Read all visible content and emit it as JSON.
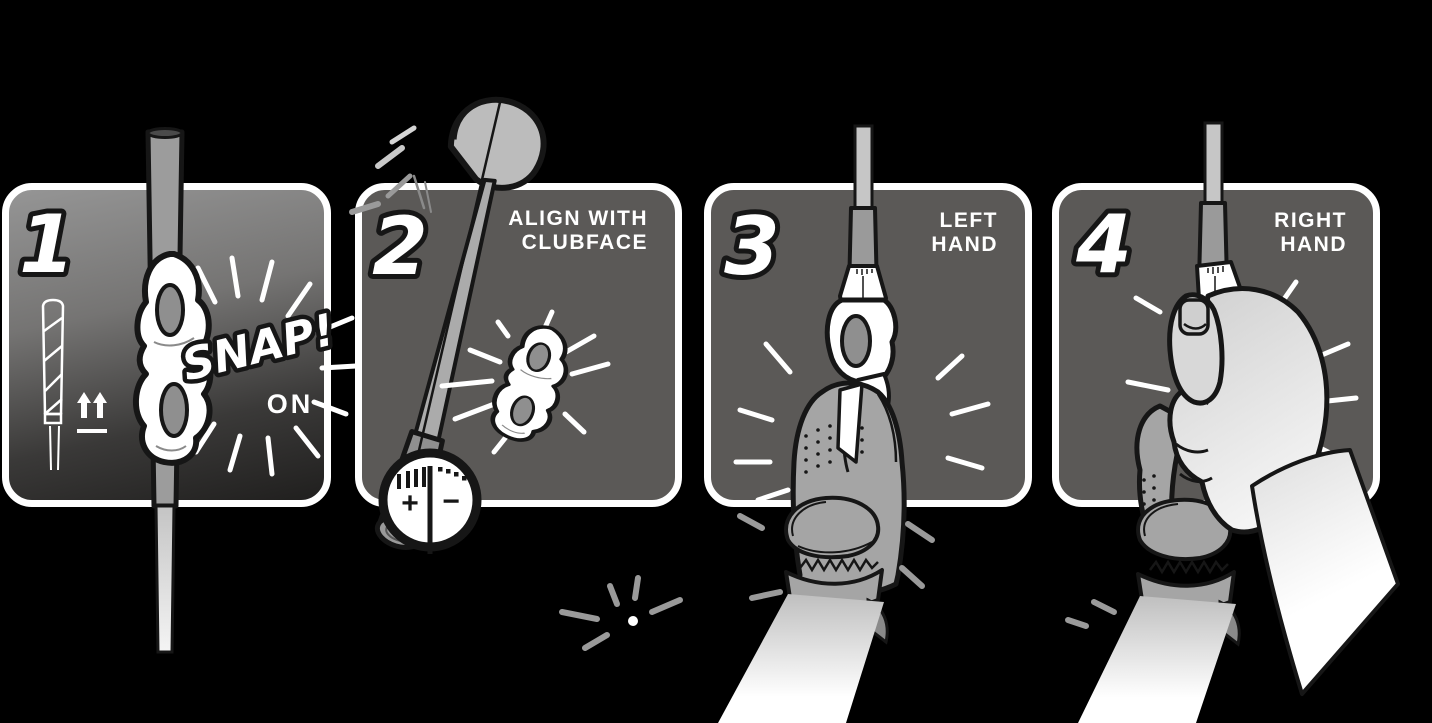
{
  "colors": {
    "background": "#000000",
    "panel_fill": "#5b5957",
    "panel1_gradient_top": "#959595",
    "panel1_gradient_bottom": "#201f1e",
    "panel_border": "#ffffff",
    "outline": "#161616",
    "club_gray": "#9a9a9a",
    "glove_gray": "#a5a5a5",
    "ray_gray": "#9a9a9a",
    "text_white": "#ffffff"
  },
  "panels": [
    {
      "number": "1",
      "snap_label": "SNAP!",
      "on_label": "ON"
    },
    {
      "number": "2",
      "caption": [
        "ALIGN WITH",
        "CLUBFACE"
      ],
      "gauge": {
        "plus": "+",
        "minus": "−"
      }
    },
    {
      "number": "3",
      "caption": [
        "LEFT",
        "HAND"
      ]
    },
    {
      "number": "4",
      "caption": [
        "RIGHT",
        "HAND"
      ]
    }
  ]
}
